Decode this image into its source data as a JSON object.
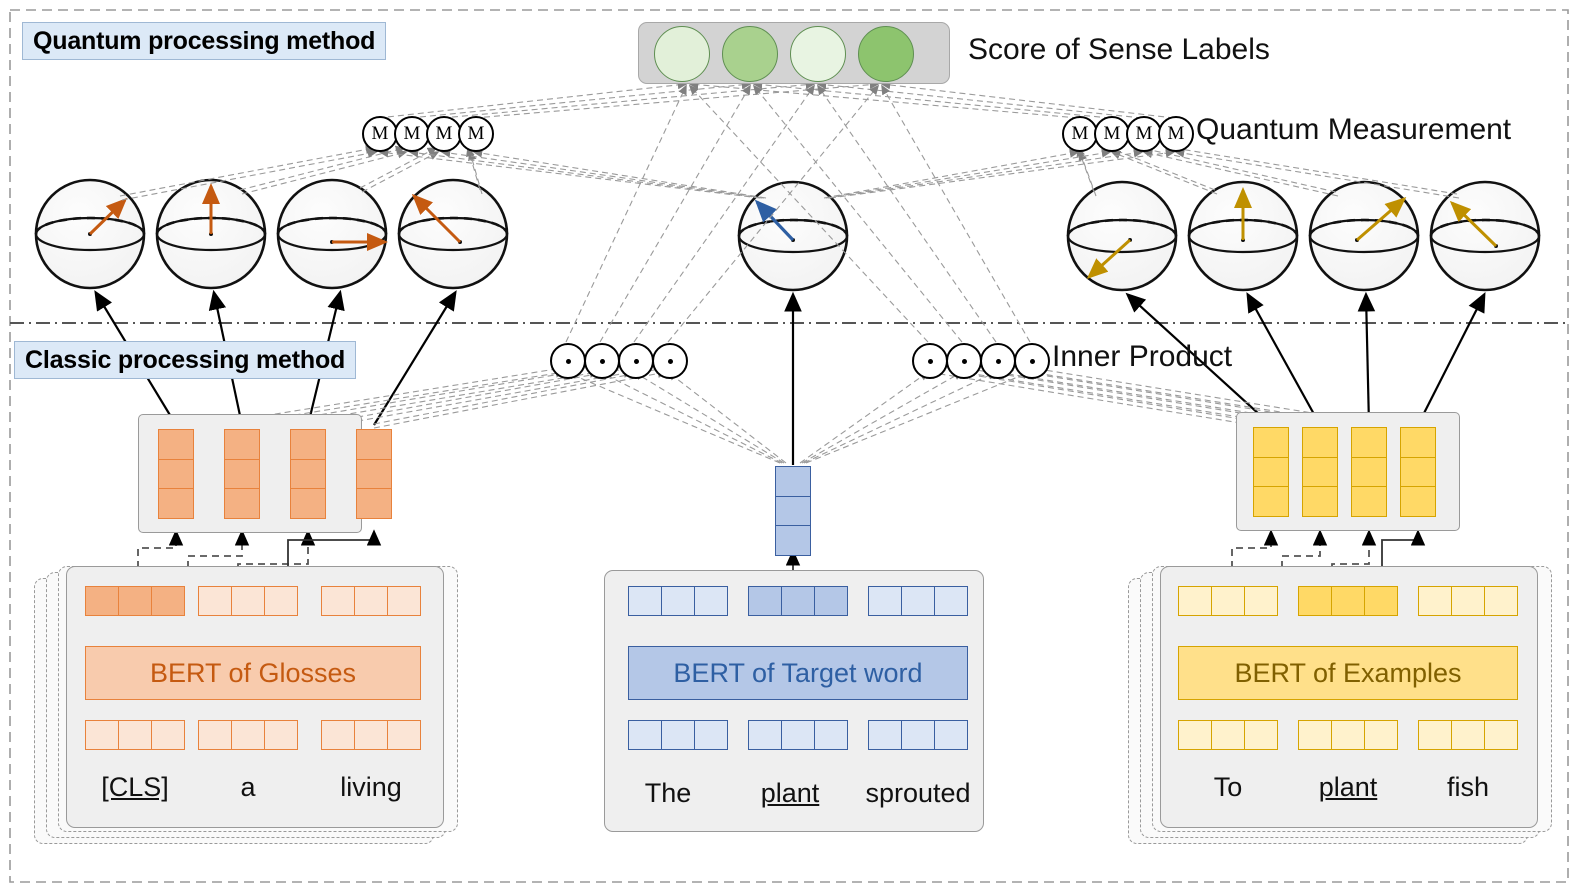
{
  "diagram": {
    "title_quantum": "Quantum processing method",
    "title_classic": "Classic processing method",
    "labels": {
      "score": "Score of Sense Labels",
      "measurement": "Quantum Measurement",
      "inner_product": "Inner Product",
      "measurement_glyph": "M"
    },
    "colors": {
      "gloss_accent": "#E8823C",
      "gloss_fill": "#F5B183",
      "gloss_fill_light": "#FBE5D6",
      "gloss_fill_mid": "#F4B183",
      "target_accent": "#3A5FA0",
      "target_fill": "#B4C7E7",
      "target_fill_light": "#DCE6F5",
      "example_accent": "#D6A400",
      "example_fill": "#FFD966",
      "example_fill_light": "#FFF2CC",
      "score_green_light": "#E2F0D9",
      "score_green_mid": "#A9D18E",
      "box_grey": "#EFEFEF",
      "border_grey": "#9A9A9A",
      "method_label_bg": "#DCE9F7",
      "bloch_fill": "#F7F7F7"
    },
    "bloch": {
      "gloss_arrow_color": "#C55A11",
      "target_arrow_color": "#2E5FA3",
      "example_arrow_color": "#BF9000",
      "gloss_count": 4,
      "target_count": 1,
      "example_count": 4
    },
    "score_values": [
      0.18,
      0.62,
      0.15,
      0.88
    ],
    "gloss_panel": {
      "bert_label": "BERT of Glosses",
      "tokens": [
        "[CLS]",
        "a",
        "living"
      ],
      "underlined_token_index": 0,
      "highlighted_output_index": 0,
      "vector_count": 4,
      "stacked_copies": 3
    },
    "target_panel": {
      "bert_label": "BERT of Target word",
      "tokens": [
        "The",
        "plant",
        "sprouted"
      ],
      "underlined_token_index": 1,
      "highlighted_output_index": 1,
      "vector_count": 1
    },
    "example_panel": {
      "bert_label": "BERT of Examples",
      "tokens": [
        "To",
        "plant",
        "fish"
      ],
      "underlined_token_index": 1,
      "highlighted_output_index": 1,
      "vector_count": 4,
      "stacked_copies": 3
    }
  }
}
